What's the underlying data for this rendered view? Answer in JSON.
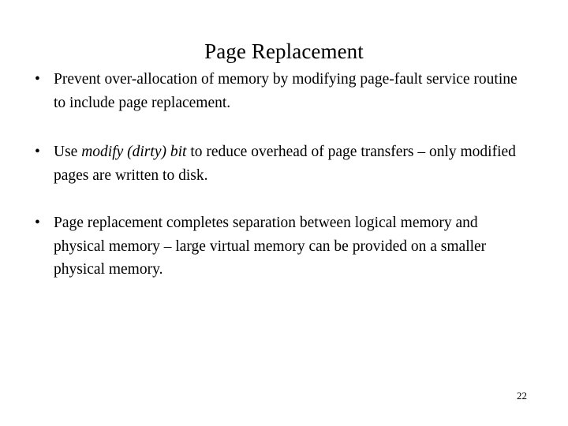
{
  "slide": {
    "title": "Page Replacement",
    "background_color": "#ffffff",
    "text_color": "#000000",
    "bullet_glyph": "•",
    "page_number": "22",
    "bullets": [
      {
        "id": "bullet-1",
        "marker": "•",
        "text_before_italic": "Prevent over-allocation of memory by modifying page-fault service routine to include page replacement.",
        "italic": "",
        "text_after_italic": ""
      },
      {
        "id": "bullet-2",
        "marker": "•",
        "text_before_italic": "Use ",
        "italic": "modify (dirty) bit",
        "text_after_italic": " to reduce overhead of page transfers – only modified pages are written to disk."
      },
      {
        "id": "bullet-3",
        "marker": "•",
        "text_before_italic": "Page replacement completes separation between logical memory and physical memory – large virtual memory can be provided on a smaller physical memory.",
        "italic": "",
        "text_after_italic": ""
      }
    ]
  }
}
